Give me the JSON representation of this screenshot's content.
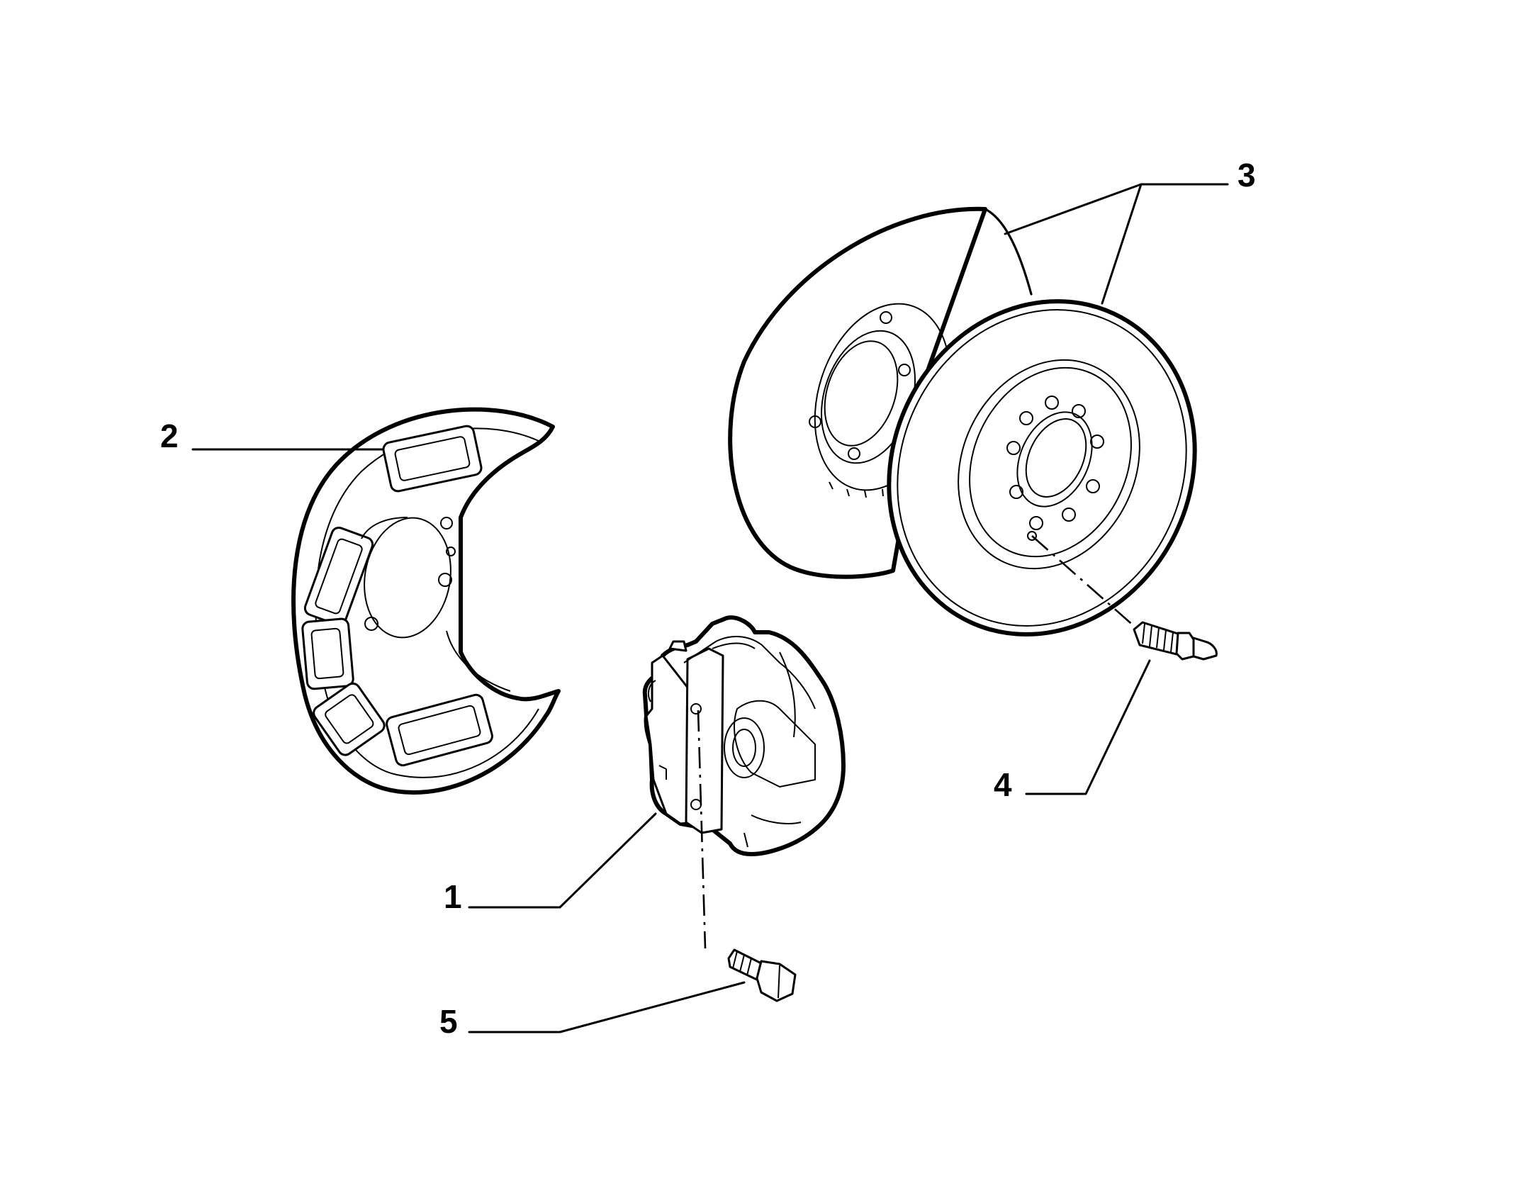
{
  "diagram": {
    "callouts": [
      {
        "id": "1",
        "label": "1",
        "part": "brake-caliper"
      },
      {
        "id": "2",
        "label": "2",
        "part": "dust-shield"
      },
      {
        "id": "3",
        "label": "3",
        "part": "brake-disc"
      },
      {
        "id": "4",
        "label": "4",
        "part": "wheel-stud"
      },
      {
        "id": "5",
        "label": "5",
        "part": "caliper-bolt"
      }
    ]
  }
}
